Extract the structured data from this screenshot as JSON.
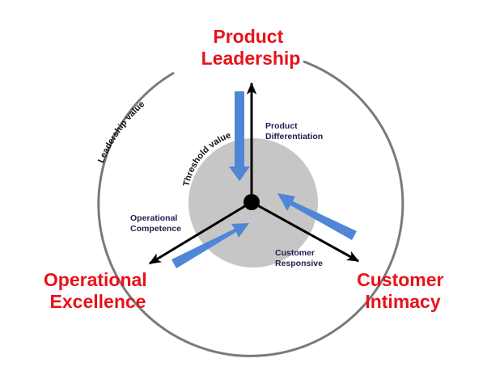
{
  "colors": {
    "pillar_text": "#e8121a",
    "axis": "#000000",
    "push_arrow": "#4f86d6",
    "threshold_disc": "#c6c6c6",
    "outer_ring": "#7a7a7a",
    "small_text": "#1f1f4f"
  },
  "pillars": {
    "product_leadership": {
      "line1": "Product",
      "line2": "Leadership"
    },
    "operational_excellence": {
      "line1": "Operational",
      "line2": "Excellence"
    },
    "customer_intimacy": {
      "line1": "Customer",
      "line2": "Intimacy"
    }
  },
  "axis_labels": {
    "product": {
      "line1": "Product",
      "line2": "Differentiation"
    },
    "operational": {
      "line1": "Operational",
      "line2": "Competence"
    },
    "customer": {
      "line1": "Customer",
      "line2": "Responsive"
    }
  },
  "circle_labels": {
    "outer": "Leadership value",
    "inner": "Threshold value"
  }
}
